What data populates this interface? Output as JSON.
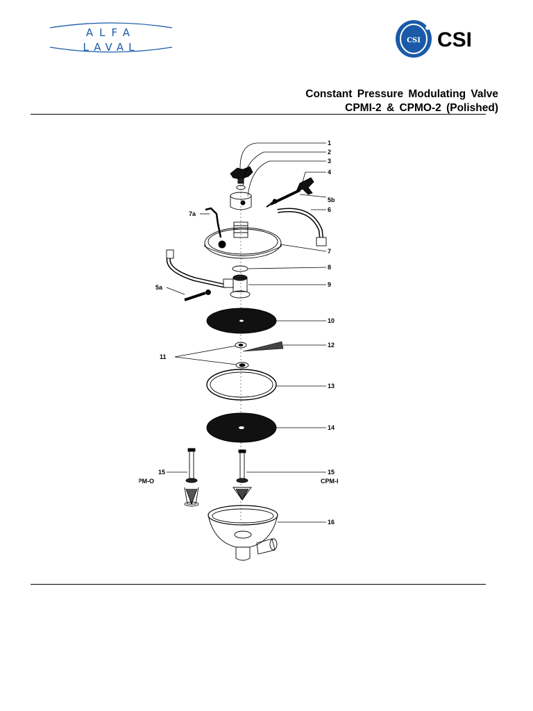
{
  "header": {
    "alfa_logo": {
      "line1": "ALFA",
      "line2": "LAVAL"
    },
    "csi_logo": {
      "text": "CSI",
      "monogram": "CSI"
    },
    "title_line1": "Constant Pressure Modulating Valve",
    "title_line2": "CPMI-2 & CPMO-2  (Polished)"
  },
  "diagram": {
    "callouts": [
      {
        "id": "c1",
        "label": "1"
      },
      {
        "id": "c2",
        "label": "2"
      },
      {
        "id": "c3",
        "label": "3"
      },
      {
        "id": "c4",
        "label": "4"
      },
      {
        "id": "c5b",
        "label": "5b"
      },
      {
        "id": "c6",
        "label": "6"
      },
      {
        "id": "c7a",
        "label": "7a"
      },
      {
        "id": "c7",
        "label": "7"
      },
      {
        "id": "c8",
        "label": "8"
      },
      {
        "id": "c5a",
        "label": "5a"
      },
      {
        "id": "c9",
        "label": "9"
      },
      {
        "id": "c10",
        "label": "10"
      },
      {
        "id": "c11",
        "label": "11"
      },
      {
        "id": "c12",
        "label": "12"
      },
      {
        "id": "c13",
        "label": "13"
      },
      {
        "id": "c14",
        "label": "14"
      },
      {
        "id": "c15o",
        "label": "15"
      },
      {
        "id": "c15i",
        "label": "15"
      },
      {
        "id": "c16",
        "label": "16"
      }
    ],
    "variant_labels": {
      "outlet": "CPM-O",
      "inlet": "CPM-I"
    }
  },
  "colors": {
    "ink": "#000000",
    "logo_blue": "#1a5aa8",
    "background": "#ffffff"
  }
}
